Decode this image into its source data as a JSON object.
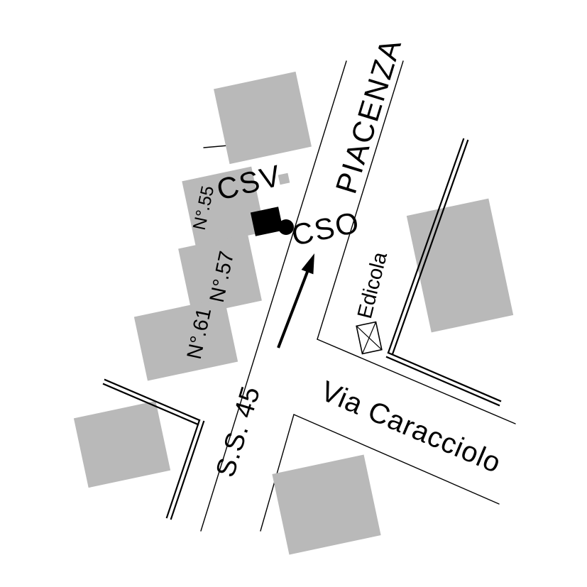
{
  "map": {
    "colors": {
      "background": "#ffffff",
      "line": "#000000",
      "building_fill": "#b9b9b9",
      "marker": "#000000"
    },
    "labels": {
      "corso": "CSO",
      "corso_street": "PIACENZA",
      "csv": "CSV",
      "route": "S.S. 45",
      "via_caracciolo": "Via Caracciolo",
      "edicola": "Edicola",
      "n55": "N°.55",
      "n57": "N°.57",
      "n61": "N°.61"
    },
    "icons": {
      "kiosk": "crossed-box-icon",
      "location_marker": "filled-square-and-dot",
      "direction_arrow": "arrow-up-along-road"
    }
  }
}
